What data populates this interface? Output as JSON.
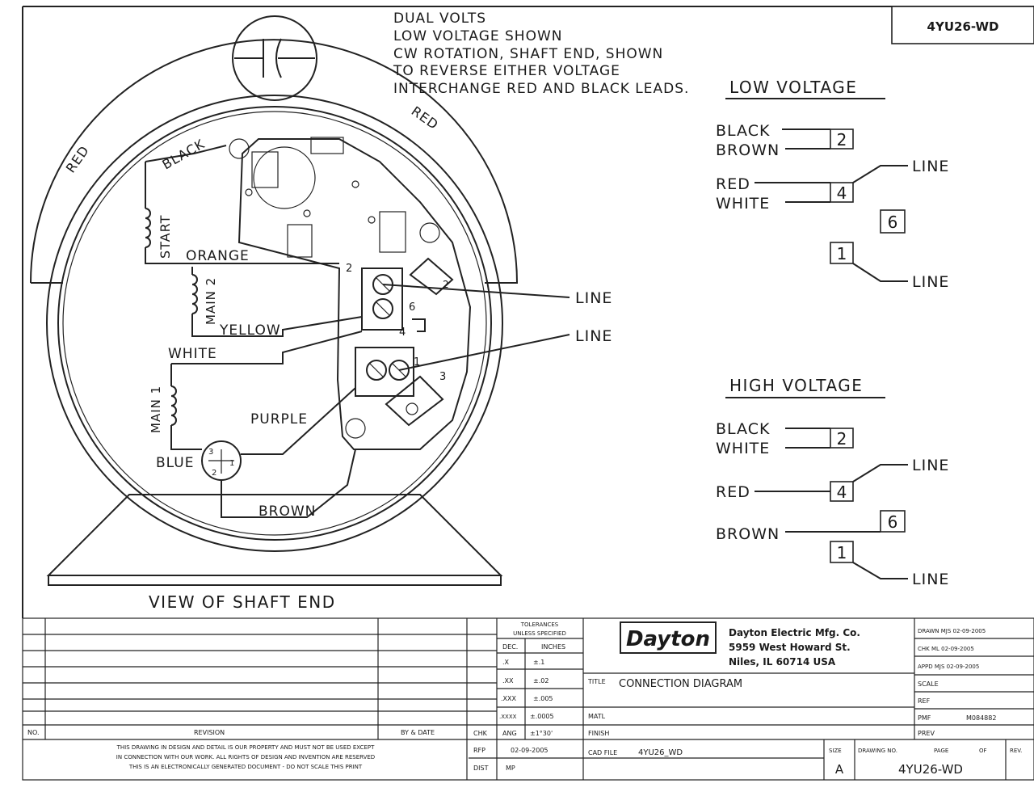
{
  "drawing_id_top": "4YU26-WD",
  "notes": [
    "DUAL VOLTS",
    "LOW VOLTAGE SHOWN",
    "CW ROTATION, SHAFT END, SHOWN",
    "TO REVERSE EITHER VOLTAGE",
    "INTERCHANGE RED AND BLACK LEADS."
  ],
  "motor": {
    "leads": {
      "red_left": "RED",
      "red_right": "RED",
      "black": "BLACK",
      "start": "START",
      "orange": "ORANGE",
      "main2": "MAIN 2",
      "yellow": "YELLOW",
      "white": "WHITE",
      "main1": "MAIN 1",
      "purple": "PURPLE",
      "blue": "BLUE",
      "brown": "BROWN"
    },
    "line1": "LINE",
    "line2": "LINE",
    "terminals": {
      "t2": "2",
      "t6": "6",
      "t4": "4",
      "t1": "1",
      "t3": "3",
      "s3": "3",
      "s2": "2",
      "s1": "1"
    },
    "view_caption": "VIEW OF SHAFT END"
  },
  "low_voltage": {
    "title": "LOW VOLTAGE",
    "black": "BLACK",
    "brown": "BROWN",
    "red": "RED",
    "white": "WHITE",
    "term2": "2",
    "term4": "4",
    "term6": "6",
    "term1": "1",
    "line_a": "LINE",
    "line_b": "LINE"
  },
  "high_voltage": {
    "title": "HIGH VOLTAGE",
    "black": "BLACK",
    "white": "WHITE",
    "red": "RED",
    "brown": "BROWN",
    "term2": "2",
    "term4": "4",
    "term6": "6",
    "term1": "1",
    "line_a": "LINE",
    "line_b": "LINE"
  },
  "title_block": {
    "no": "NO.",
    "revision": "REVISION",
    "by_date": "BY & DATE",
    "tol_header1": "TOLERANCES",
    "tol_header2": "UNLESS SPECIFIED",
    "dec": "DEC.",
    "inches": "INCHES",
    "tol_x": ".X",
    "tol_x_val": "±.1",
    "tol_xx": ".XX",
    "tol_xx_val": "±.02",
    "tol_xxx": ".XXX",
    "tol_xxx_val": "±.005",
    "tol_xxxx": ".XXXX",
    "tol_xxxx_val": "±.0005",
    "ang": "ANG",
    "ang_val": "±1°30'",
    "chk_lbl": "CHK",
    "logo": "Dayton",
    "company1": "Dayton Electric Mfg. Co.",
    "company2": "5959 West Howard St.",
    "company3": "Niles, IL 60714  USA",
    "drawn": "DRAWN  MJS  02-09-2005",
    "chk": "CHK    ML   02-09-2005",
    "appd": "APPD   MJS  02-09-2005",
    "scale": "SCALE",
    "ref": "REF",
    "pmf": "PMF",
    "pmf_val": "M084882",
    "prev": "PREV",
    "title_lbl": "TITLE",
    "title_val": "CONNECTION DIAGRAM",
    "matl": "MATL",
    "finish": "FINISH",
    "rfp": "RFP",
    "rfp_val": "02-09-2005",
    "dist": "DIST",
    "dist_val": "MP",
    "cad_file": "CAD FILE",
    "cad_val": "4YU26_WD",
    "size": "SIZE",
    "size_val": "A",
    "drawing_no": "DRAWING NO.",
    "page": "PAGE",
    "of": "OF",
    "drawing_no_val": "4YU26-WD",
    "rev": "REV.",
    "disclaimer1": "THIS DRAWING IN DESIGN AND DETAIL IS OUR PROPERTY AND MUST NOT BE USED EXCEPT",
    "disclaimer2": "IN CONNECTION WITH OUR WORK. ALL RIGHTS OF DESIGN AND INVENTION ARE RESERVED",
    "disclaimer3": "THIS IS AN ELECTRONICALLY GENERATED DOCUMENT - DO NOT SCALE THIS PRINT"
  }
}
